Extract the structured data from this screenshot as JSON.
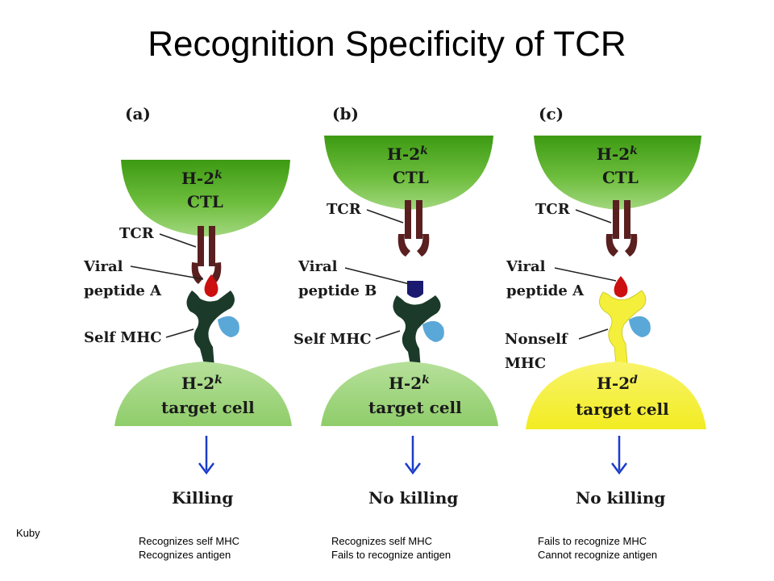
{
  "title": "Recognition Specificity of TCR",
  "credit": "Kuby",
  "colors": {
    "cell_green_top": "#4fa21f",
    "cell_green_light": "#a8d88a",
    "tcr": "#5a1f1f",
    "self_mhc": "#1b3a2a",
    "nonself_mhc": "#f4ef3a",
    "peptide_red": "#cc1010",
    "peptide_navy": "#1a1a6e",
    "b2m": "#5aa8d8",
    "arrow": "#1a3cc8",
    "target_yellow": "#f7f23a"
  },
  "panels": [
    {
      "letter": "(a)",
      "cell_top": [
        "H-2",
        "k",
        "CTL"
      ],
      "receptor_label": "TCR",
      "peptide_label": [
        "Viral",
        "peptide A"
      ],
      "mhc_label": [
        "Self MHC"
      ],
      "target": [
        "H-2",
        "k",
        "target cell"
      ],
      "outcome": "Killing",
      "caption": [
        "Recognizes self MHC",
        "Recognizes antigen"
      ]
    },
    {
      "letter": "(b)",
      "cell_top": [
        "H-2",
        "k",
        "CTL"
      ],
      "receptor_label": "TCR",
      "peptide_label": [
        "Viral",
        "peptide B"
      ],
      "mhc_label": [
        "Self MHC"
      ],
      "target": [
        "H-2",
        "k",
        "target cell"
      ],
      "outcome": "No killing",
      "caption": [
        "Recognizes self MHC",
        "Fails to recognize antigen"
      ]
    },
    {
      "letter": "(c)",
      "cell_top": [
        "H-2",
        "k",
        "CTL"
      ],
      "receptor_label": "TCR",
      "peptide_label": [
        "Viral",
        "peptide A"
      ],
      "mhc_label": [
        "Nonself",
        "MHC"
      ],
      "target": [
        "H-2",
        "d",
        "target cell"
      ],
      "outcome": "No killing",
      "caption": [
        "Fails to recognize MHC",
        "Cannot recognize antigen"
      ]
    }
  ]
}
